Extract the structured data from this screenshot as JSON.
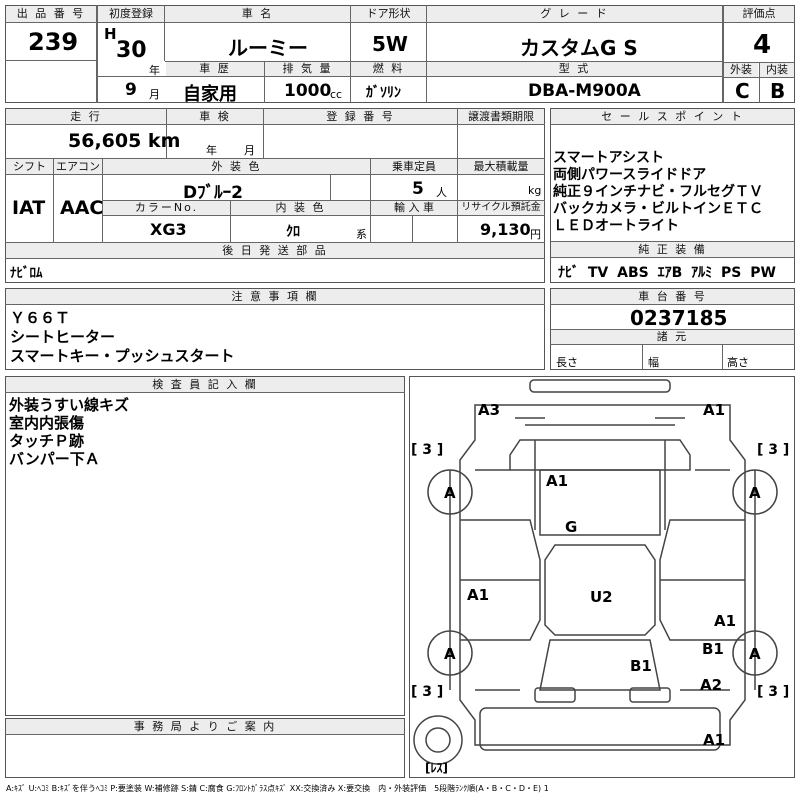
{
  "header": {
    "lot_no_label": "出 品 番 号",
    "lot_no": "239",
    "first_reg_label": "初度登録",
    "era": "H",
    "year": "30",
    "year_unit": "年",
    "month": "9",
    "month_unit": "月",
    "car_name_label": "車 名",
    "car_name": "ルーミー",
    "door_label": "ドア形状",
    "door": "5W",
    "grade_label": "グ レ ー ド",
    "grade": "カスタムG S",
    "score_label": "評価点",
    "score": "4",
    "history_label": "車 歴",
    "history": "自家用",
    "displacement_label": "排 気 量",
    "displacement": "1000",
    "displacement_unit": "cc",
    "fuel_label": "燃 料",
    "fuel": "ｶﾞｿﾘﾝ",
    "model_label": "型 式",
    "model": "DBA-M900A",
    "exterior_label": "外装",
    "exterior": "C",
    "interior_label": "内装",
    "interior": "B"
  },
  "row2": {
    "mileage_label": "走 行",
    "mileage": "56,605 km",
    "inspection_label": "車 検",
    "inspection_year_unit": "年",
    "inspection_month_unit": "月",
    "plate_label": "登 録 番 号",
    "transfer_label": "譲渡書類期限",
    "shift_label": "シフト",
    "shift": "IAT",
    "ac_label": "エアコン",
    "ac": "AAC",
    "color_label": "外 装 色",
    "color": "Dﾌﾞﾙｰ2",
    "seats_label": "乗車定員",
    "seats": "5",
    "seats_unit": "人",
    "load_label": "最大積載量",
    "load_unit": "kg",
    "color_no_label": "カラーNo.",
    "color_no": "XG3",
    "int_color_label": "内 装 色",
    "int_color": "ｸﾛ",
    "int_color_unit": "系",
    "import_label": "輸 入 車",
    "recycle_label": "リサイクル預託金",
    "recycle": "9,130",
    "recycle_unit": "円",
    "later_parts_label": "後 日 発 送 部 品",
    "later_parts": "ﾅﾋﾞﾛﾑ"
  },
  "sales": {
    "label": "セ ー ル ス ポ イ ン ト",
    "points": [
      "スマートアシスト",
      "両側パワースライドドア",
      "純正９インチナビ・フルセグＴＶ",
      "バックカメラ・ビルトインＥＴＣ",
      "ＬＥＤオートライト"
    ],
    "equip_label": "純 正 装 備",
    "equip": [
      "ﾅﾋﾞ",
      "TV",
      "ABS",
      "ｴｱB",
      "ｱﾙﾐ",
      "PS",
      "PW"
    ]
  },
  "notes": {
    "label": "注 意 事 項 欄",
    "lines": [
      "Ｙ６６Ｔ",
      "シートヒーター",
      "スマートキー・プッシュスタート"
    ]
  },
  "chassis": {
    "label": "車 台 番 号",
    "number": "0237185",
    "spec_label": "諸 元",
    "length_label": "長さ",
    "width_label": "幅",
    "height_label": "高さ"
  },
  "inspector": {
    "label": "検 査 員 記 入 欄",
    "lines": [
      "外装うすい線キズ",
      "室内内張傷",
      "タッチＰ跡",
      "バンパー下Ａ"
    ]
  },
  "office": {
    "label": "事 務 局 よ り ご 案 内"
  },
  "diagram": {
    "marks": {
      "a3": "A3",
      "a1_top_right": "A1",
      "a1_hood": "A1",
      "g_windshield": "G",
      "a1_left_door": "A1",
      "u2_roof": "U2",
      "a1_right_door": "A1",
      "b1_right_rear": "B1",
      "b1_rear": "B1",
      "a2_rear": "A2",
      "a1_rear_bumper": "A1"
    },
    "tires": {
      "front_left": "A",
      "front_right": "A",
      "rear_left": "A",
      "rear_right": "A"
    },
    "tread": {
      "front_left": "[ 3 ]",
      "front_right": "[ 3 ]",
      "rear_left": "[ 3 ]",
      "rear_right": "[ 3 ]"
    },
    "spare": "[ﾚｽ]"
  },
  "legend": "A:ｷｽﾞ U:ﾍｺﾐ B:ｷｽﾞを伴うﾍｺﾐ P:要塗装 W:補修跡 S:錆 C:腐食 G:ﾌﾛﾝﾄｶﾞﾗｽ点ｷｽﾞ XX:交換済み X:要交換　内・外装評価　5段階ﾗﾝｸ順(A・B・C・D・E) 1"
}
